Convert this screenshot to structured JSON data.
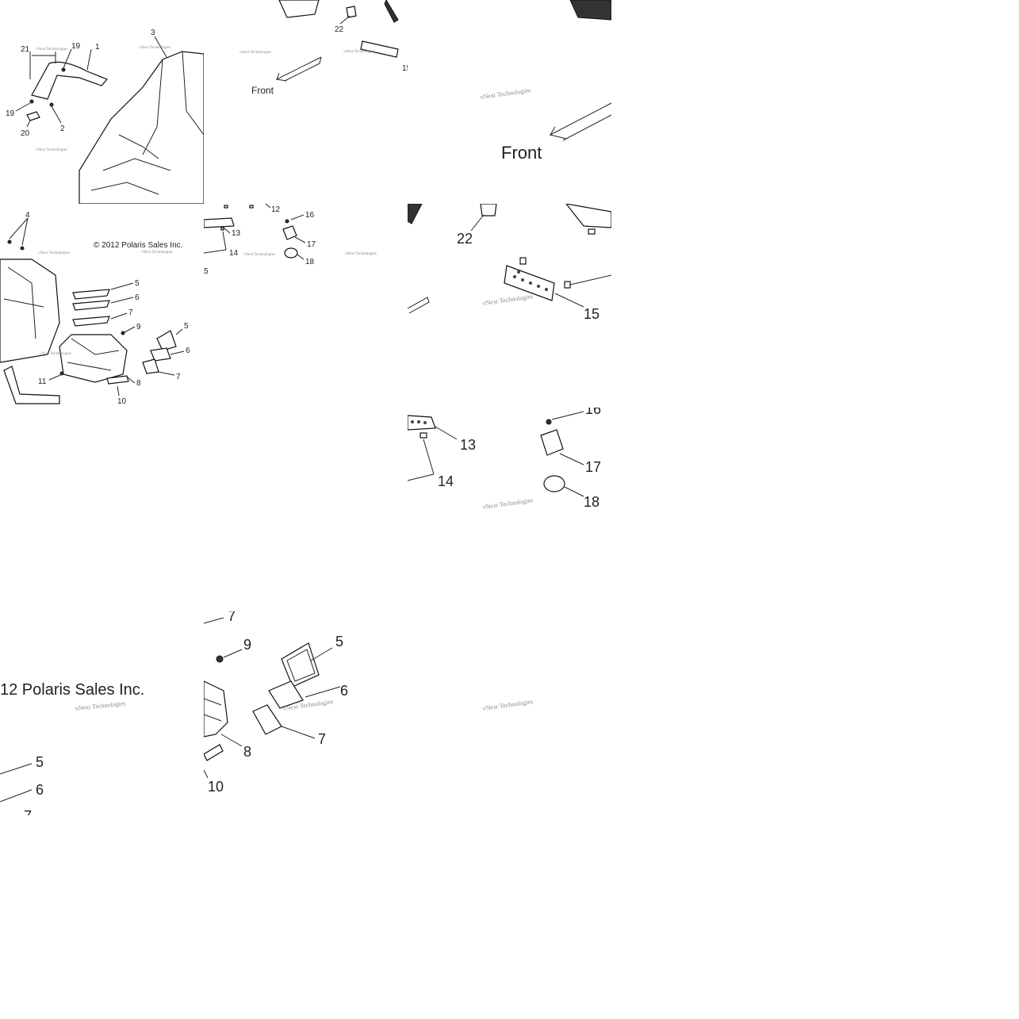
{
  "diagram": {
    "front_label": "Front",
    "copyright": "© 2012 Polaris Sales Inc.",
    "copyright_cropped": "12 Polaris Sales Inc.",
    "watermark": "vNext Technologies",
    "callouts": {
      "c1": "1",
      "c2": "2",
      "c3": "3",
      "c4": "4",
      "c5": "5",
      "c6": "6",
      "c7": "7",
      "c8": "8",
      "c9": "9",
      "c10": "10",
      "c11": "11",
      "c12": "12",
      "c13": "13",
      "c14": "14",
      "c15": "15",
      "c16": "16",
      "c17": "17",
      "c18": "18",
      "c19": "19",
      "c20": "20",
      "c21": "21",
      "c22": "22"
    }
  }
}
